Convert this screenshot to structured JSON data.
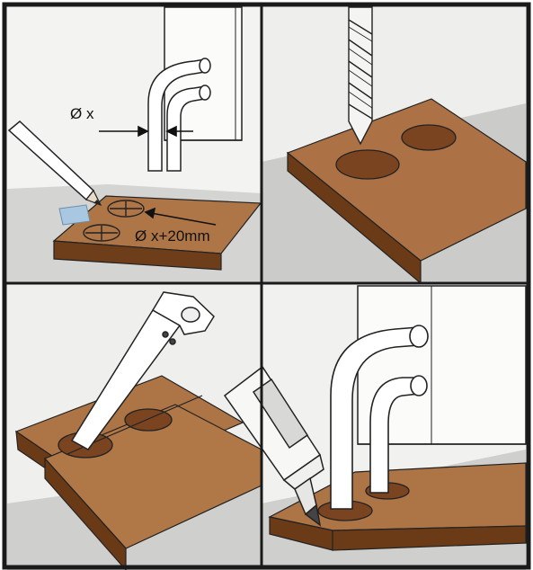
{
  "panels": [
    {
      "id": "measure",
      "labels": {
        "pipe_diameter": "Ø x",
        "hole_diameter": "Ø x+20mm"
      }
    },
    {
      "id": "drill"
    },
    {
      "id": "saw"
    },
    {
      "id": "glue"
    }
  ],
  "colors": {
    "frame": "#1a1a1a",
    "wall": "#f2f2f0",
    "floor": "#cfcfcd",
    "board_top": "#a9703f",
    "board_edge": "#6a3a16",
    "hole": "#7a4421",
    "tool_white": "#f7f7f5",
    "line": "#222222"
  }
}
